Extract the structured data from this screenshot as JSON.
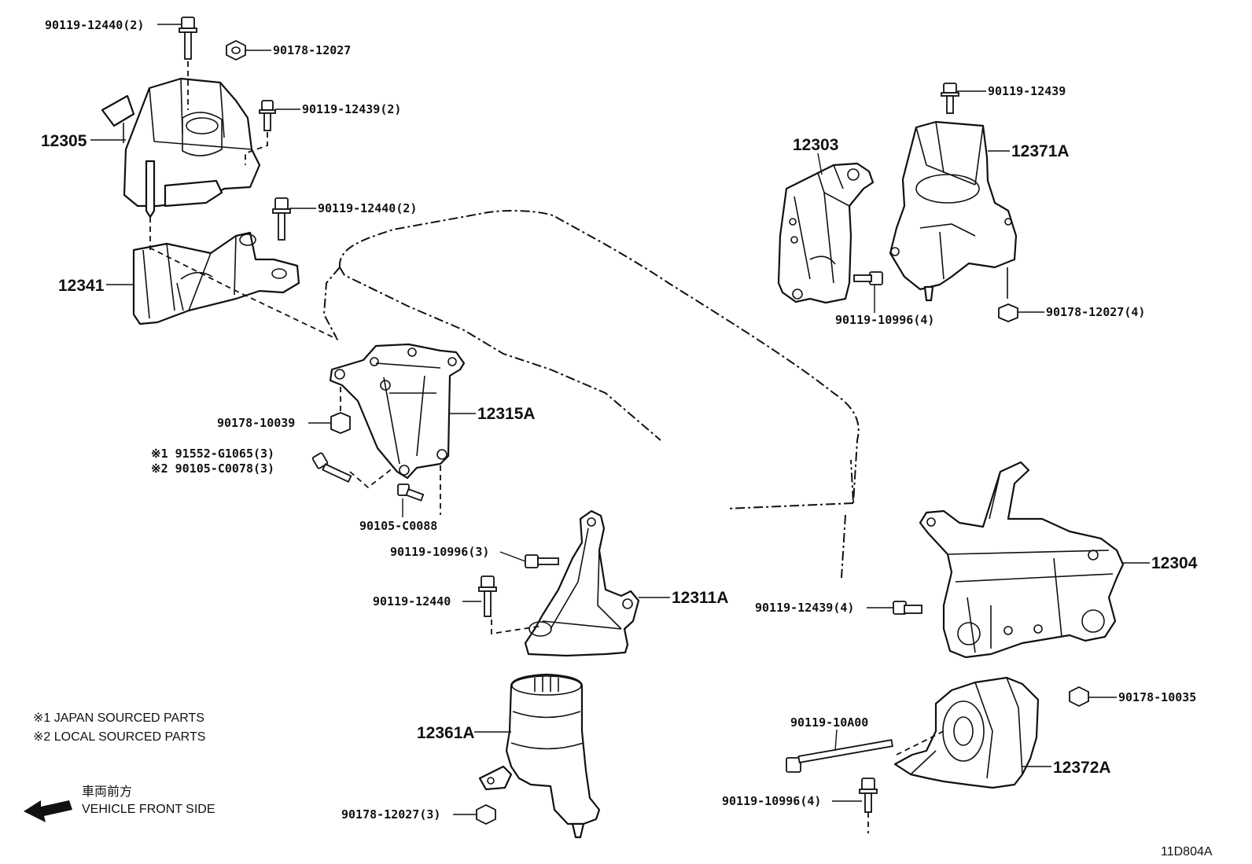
{
  "diagram_code": "11D804A",
  "notes": {
    "japan": "※1 JAPAN SOURCED PARTS",
    "local": "※2 LOCAL SOURCED PARTS"
  },
  "direction": {
    "japanese": "車両前方",
    "english": "VEHICLE FRONT SIDE"
  },
  "parts": {
    "p_90119_12440_2_top": "90119-12440(2)",
    "p_90178_12027_top": "90178-12027",
    "p_12305": "12305",
    "p_90119_12439_2": "90119-12439(2)",
    "p_90119_12440_2_mid": "90119-12440(2)",
    "p_12341": "12341",
    "p_90178_10039": "90178-10039",
    "p_12315A": "12315A",
    "p_91552_alt1": "※1 91552-G1065(3)",
    "p_90105_alt2": "※2 90105-C0078(3)",
    "p_90105_C0088": "90105-C0088",
    "p_90119_10996_3": "90119-10996(3)",
    "p_90119_12440_single": "90119-12440",
    "p_12311A": "12311A",
    "p_12361A": "12361A",
    "p_90178_12027_3": "90178-12027(3)",
    "p_90119_12439_top_right": "90119-12439",
    "p_12303": "12303",
    "p_12371A": "12371A",
    "p_90119_10996_4_right": "90119-10996(4)",
    "p_90178_12027_4": "90178-12027(4)",
    "p_12304": "12304",
    "p_90119_12439_4": "90119-12439(4)",
    "p_90178_10035": "90178-10035",
    "p_90119_10A00": "90119-10A00",
    "p_12372A": "12372A",
    "p_90119_10996_4_bottom": "90119-10996(4)"
  }
}
